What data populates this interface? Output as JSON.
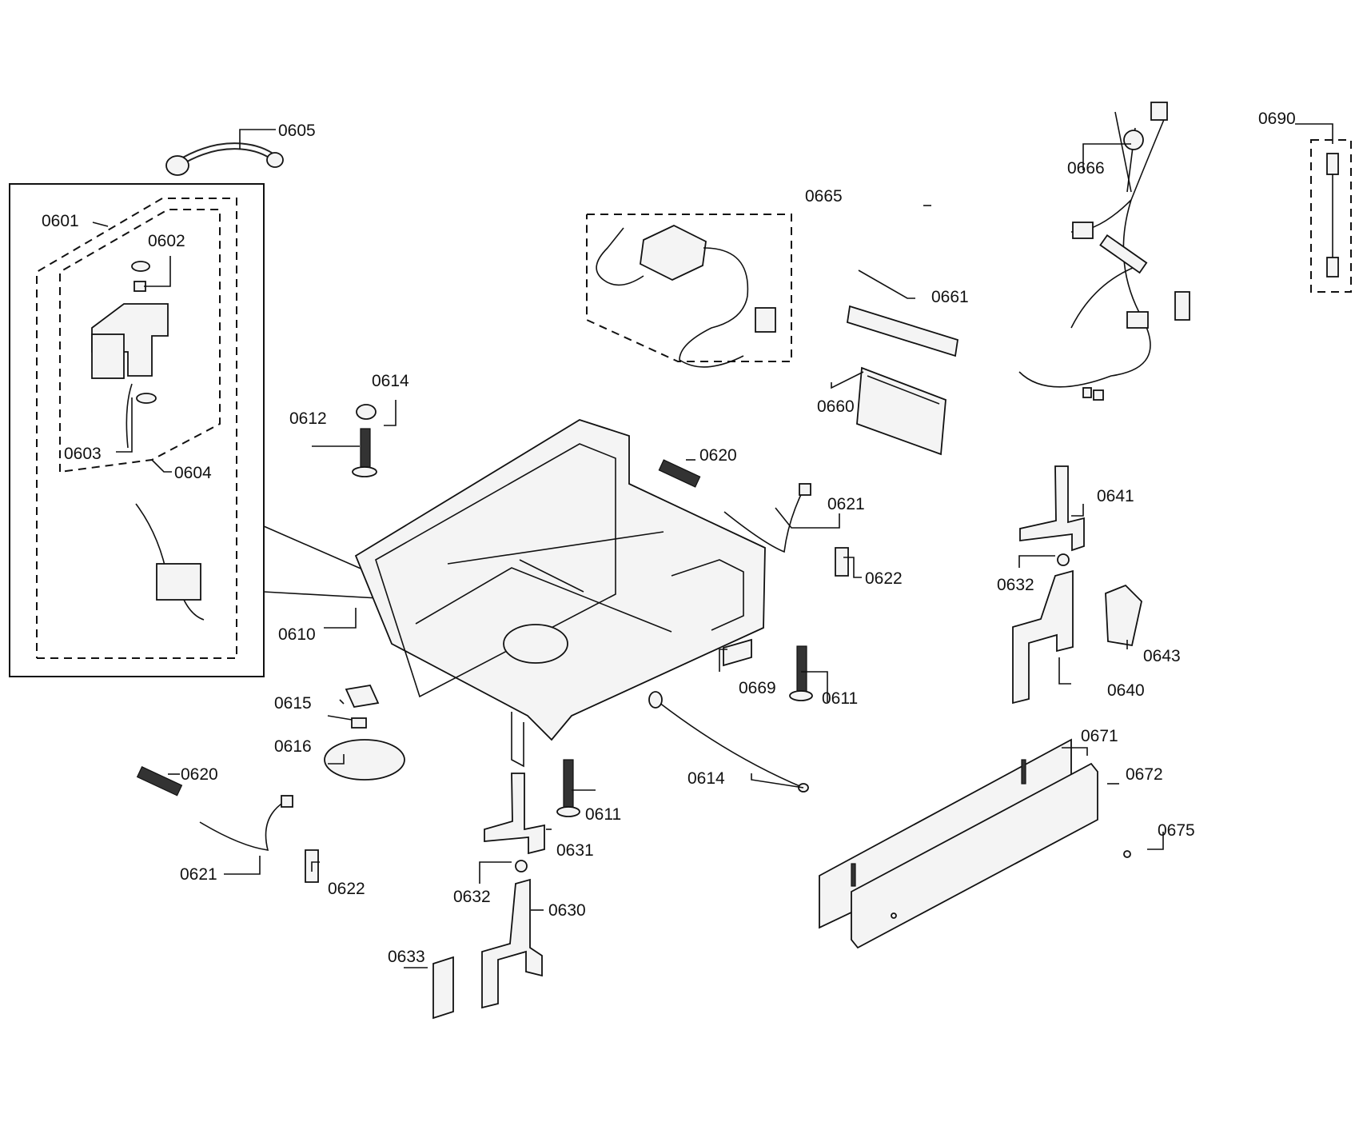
{
  "diagram": {
    "callouts": [
      "0601",
      "0602",
      "0603",
      "0604",
      "0605",
      "0610",
      "0611",
      "0611",
      "0612",
      "0614",
      "0614",
      "0615",
      "0616",
      "0620",
      "0620",
      "0621",
      "0621",
      "0622",
      "0622",
      "0630",
      "0631",
      "0632",
      "0632",
      "0633",
      "0640",
      "0641",
      "0643",
      "0660",
      "0661",
      "0665",
      "0666",
      "0669",
      "0671",
      "0672",
      "0675",
      "0690"
    ]
  }
}
